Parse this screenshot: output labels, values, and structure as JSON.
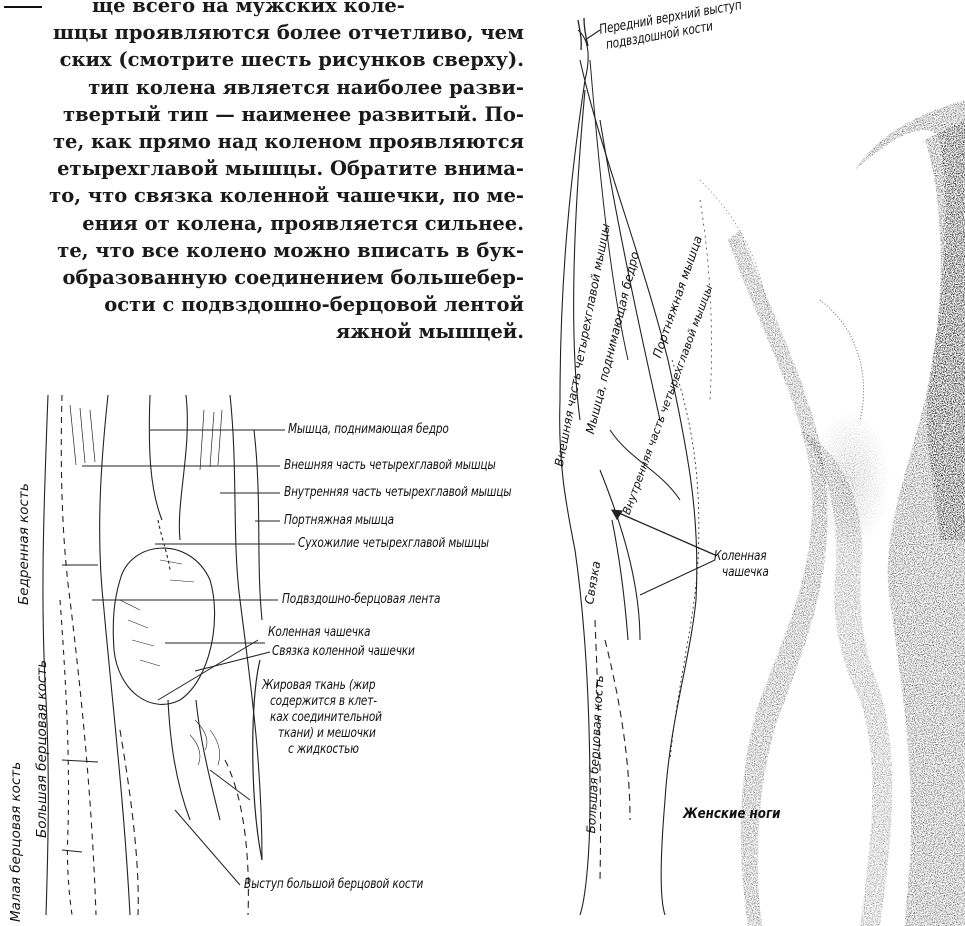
{
  "body_text": {
    "lines": [
      "ще всего на мужских коле-",
      "шцы проявляются более отчетливо, чем",
      "ских (смотрите шесть рисунков сверху).",
      "тип колена является наиболее разви-",
      "твертый тип — наименее развитый. По-",
      "те, как прямо над коленом проявляются",
      "етырехглавой мышцы. Обратите внима-",
      "то, что связка коленной чашечки, по ме-",
      "ения от колена, проявляется сильнее.",
      "те, что все колено можно вписать в бук-",
      "образованную соединением большебер-",
      "ости с подвздошно-берцовой лентой",
      "яжной мышцей."
    ]
  },
  "knee_diagram": {
    "labels": [
      "Мышца, поднимающая бедро",
      "Внешняя часть четырехглавой мышцы",
      "Внутренняя часть четырехглавой мышцы",
      "Портняжная мышца",
      "Сухожилие четырехглавой мышцы",
      "Подвздошно-берцовая лента",
      "Коленная чашечка",
      "Связка коленной чашечки",
      "Выступ большой берцовой кости"
    ],
    "fat_note": [
      "Жировая ткань (жир",
      "содержится в клет-",
      "ках соединительной",
      "ткани) и мешочки",
      "с жидкостью"
    ],
    "vertical_labels": [
      "Бедренная кость",
      "Большая берцовая кость",
      "Малая берцовая кость"
    ]
  },
  "leg_diagram": {
    "top_label": [
      "Передний верхний выступ",
      "подвздошной кости"
    ],
    "vertical_labels": [
      "Внешняя часть четырехглавой мышцы",
      "Мышца, поднимающая бедро",
      "Портняжная мышца",
      "Внутренняя часть четырехглавой мышцы",
      "Связка",
      "Большая берцовая кость"
    ],
    "patella_label": [
      "Коленная",
      "чашечка"
    ]
  },
  "female_legs": {
    "caption": "Женские ноги"
  }
}
